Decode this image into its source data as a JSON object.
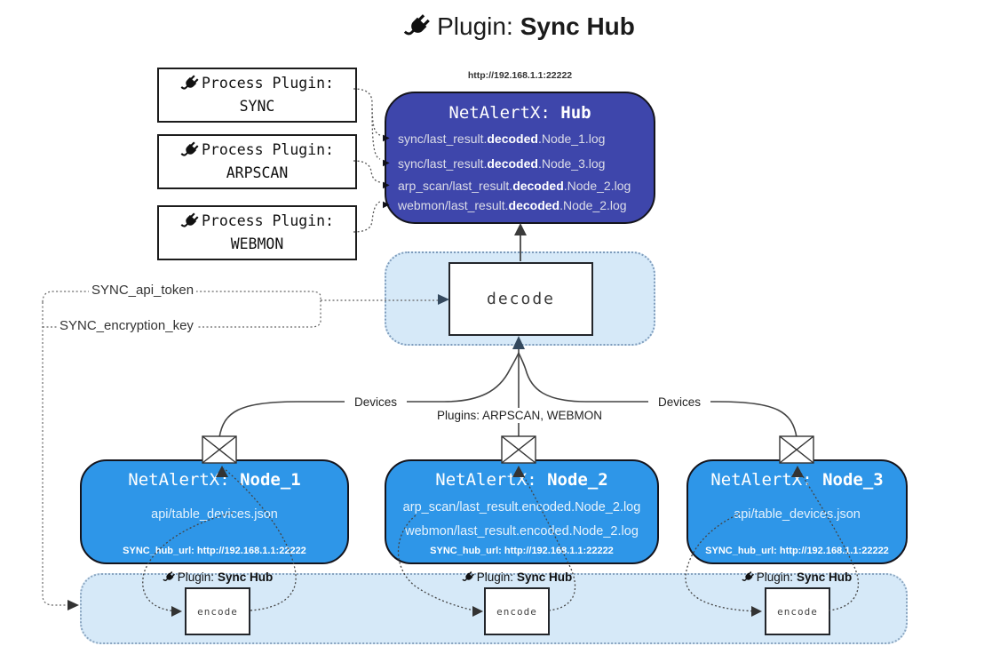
{
  "title": {
    "label": "Plugin:",
    "name": "Sync Hub"
  },
  "hub": {
    "url": "http://192.168.1.1:22222",
    "title_prefix": "NetAlertX: ",
    "title_name": "Hub",
    "files": [
      {
        "pre": "sync/last_result.",
        "mid": "decoded",
        "post": ".Node_1.log"
      },
      {
        "pre": "sync/last_result.",
        "mid": "decoded",
        "post": ".Node_3.log"
      },
      {
        "pre": "arp_scan/last_result.",
        "mid": "decoded",
        "post": ".Node_2.log"
      },
      {
        "pre": "webmon/last_result.",
        "mid": "decoded",
        "post": ".Node_2.log"
      }
    ]
  },
  "process_plugins": [
    {
      "label": "Process Plugin:",
      "name": "SYNC"
    },
    {
      "label": "Process Plugin:",
      "name": "ARPSCAN"
    },
    {
      "label": "Process Plugin:",
      "name": "WEBMON"
    }
  ],
  "config": {
    "api_token": "SYNC_api_token",
    "encryption_key": "SYNC_encryption_key"
  },
  "decode": {
    "label": "decode"
  },
  "edges": {
    "devices_left": "Devices",
    "plugins_middle": "Plugins: ARPSCAN, WEBMON",
    "devices_right": "Devices"
  },
  "nodes": [
    {
      "title_prefix": "NetAlertX: ",
      "title_name": "Node_1",
      "files": [
        "api/table_devices.json"
      ],
      "hub_url": "SYNC_hub_url: http://192.168.1.1:22222"
    },
    {
      "title_prefix": "NetAlertX: ",
      "title_name": "Node_2",
      "files": [
        "arp_scan/last_result.encoded.Node_2.log",
        "webmon/last_result.encoded.Node_2.log"
      ],
      "hub_url": "SYNC_hub_url: http://192.168.1.1:22222"
    },
    {
      "title_prefix": "NetAlertX: ",
      "title_name": "Node_3",
      "files": [
        "api/table_devices.json"
      ],
      "hub_url": "SYNC_hub_url: http://192.168.1.1:22222"
    }
  ],
  "encoders": [
    {
      "label": "Plugin:",
      "name": "Sync Hub",
      "box_label": "encode"
    },
    {
      "label": "Plugin:",
      "name": "Sync Hub",
      "box_label": "encode"
    },
    {
      "label": "Plugin:",
      "name": "Sync Hub",
      "box_label": "encode"
    }
  ],
  "colors": {
    "hub_fill": "#3e46ab",
    "node_fill": "#2e96e8",
    "panel_fill": "#d6e9f8",
    "panel_border": "#7e9cbc",
    "arrow_dark": "#34495e"
  }
}
